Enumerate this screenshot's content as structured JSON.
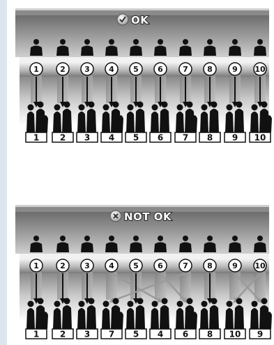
{
  "panels": [
    {
      "title": "OK",
      "status_icon": "check-icon",
      "top_numbers": [
        "1",
        "2",
        "3",
        "4",
        "5",
        "6",
        "7",
        "8",
        "9",
        "10"
      ],
      "bottom_numbers": [
        "1",
        "2",
        "3",
        "4",
        "5",
        "6",
        "7",
        "8",
        "9",
        "10"
      ],
      "arrows": [
        [
          1,
          1
        ],
        [
          2,
          2
        ],
        [
          3,
          3
        ],
        [
          4,
          4
        ],
        [
          5,
          5
        ],
        [
          6,
          6
        ],
        [
          7,
          7
        ],
        [
          8,
          8
        ],
        [
          9,
          9
        ],
        [
          10,
          10
        ]
      ]
    },
    {
      "title": "NOT OK",
      "status_icon": "cross-icon",
      "top_numbers": [
        "1",
        "2",
        "3",
        "4",
        "5",
        "6",
        "7",
        "8",
        "9",
        "10"
      ],
      "bottom_numbers": [
        "1",
        "2",
        "3",
        "7",
        "5",
        "4",
        "6",
        "8",
        "10",
        "9"
      ],
      "arrows": [
        [
          1,
          1
        ],
        [
          2,
          2
        ],
        [
          3,
          3
        ],
        [
          4,
          6
        ],
        [
          5,
          5
        ],
        [
          6,
          7
        ],
        [
          7,
          4
        ],
        [
          8,
          8
        ],
        [
          9,
          10
        ],
        [
          10,
          9
        ]
      ]
    }
  ],
  "colors": {
    "beam_dark": "#4a4a4a",
    "beam_light": "#d8d8d8",
    "silhouette": "#111111",
    "arrow_straight": "#111111",
    "arrow_crossed": "#9a9a9a"
  }
}
